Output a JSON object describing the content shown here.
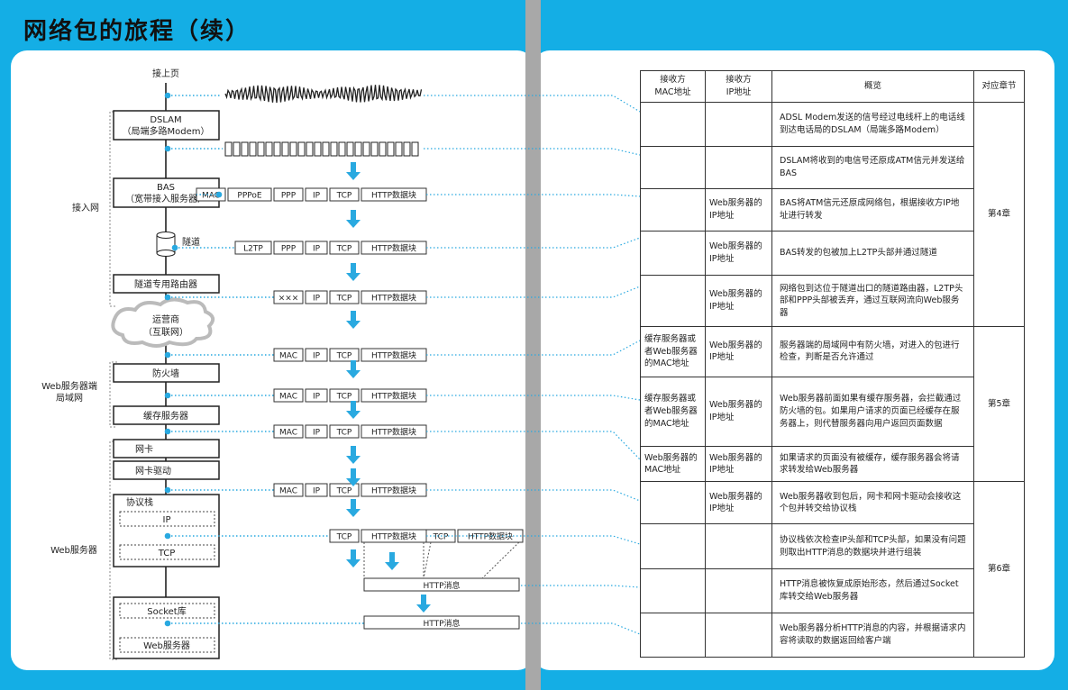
{
  "title": "网络包的旅程（续）",
  "diagram": {
    "top_label": "接上页",
    "segments": {
      "access": "接入网",
      "web_lan": "Web服务器端\n局域网",
      "web_server": "Web服务器"
    },
    "devices": {
      "dslam": "DSLAM\n（局端多路Modem）",
      "bas": "BAS\n（宽带接入服务器）",
      "tunnel": "隧道",
      "tunnel_router": "隧道专用路由器",
      "isp": "运营商\n（互联网）",
      "firewall": "防火墙",
      "cache": "缓存服务器",
      "nic": "网卡",
      "nic_driver": "网卡驱动",
      "stack": "协议栈",
      "ip": "IP",
      "tcp": "TCP",
      "socket": "Socket库",
      "webserver": "Web服务器"
    },
    "packets": {
      "bas_row": [
        "MAC",
        "PPPoE",
        "PPP",
        "IP",
        "TCP",
        "HTTP数据块"
      ],
      "l2tp_row": [
        "L2TP",
        "PPP",
        "IP",
        "TCP",
        "HTTP数据块"
      ],
      "router_row": [
        "×××",
        "IP",
        "TCP",
        "HTTP数据块"
      ],
      "mac_row": [
        "MAC",
        "IP",
        "TCP",
        "HTTP数据块"
      ],
      "tcp_row": [
        "TCP",
        "HTTP数据块"
      ],
      "tcp_row2": [
        "TCP",
        "HTTP数据块"
      ],
      "http_msg": "HTTP消息",
      "http_msg2": "HTTP消息"
    }
  },
  "table": {
    "headers": [
      "接收方\nMAC地址",
      "接收方\nIP地址",
      "概览",
      "对应章节"
    ],
    "rows": [
      {
        "mac": "",
        "ip": "",
        "desc": "ADSL Modem发送的信号经过电线杆上的电话线到达电话局的DSLAM（局端多路Modem）"
      },
      {
        "mac": "",
        "ip": "",
        "desc": "DSLAM将收到的电信号还原成ATM信元并发送给BAS"
      },
      {
        "mac": "",
        "ip": "Web服务器的IP地址",
        "desc": "BAS将ATM信元还原成网络包，根据接收方IP地址进行转发"
      },
      {
        "mac": "",
        "ip": "Web服务器的IP地址",
        "desc": "BAS转发的包被加上L2TP头部并通过隧道"
      },
      {
        "mac": "",
        "ip": "Web服务器的IP地址",
        "desc": "网络包到达位于隧道出口的隧道路由器，L2TP头部和PPP头部被丢弃，通过互联网流向Web服务器"
      },
      {
        "mac": "缓存服务器或者Web服务器的MAC地址",
        "ip": "Web服务器的IP地址",
        "desc": "服务器端的局域网中有防火墙，对进入的包进行检查，判断是否允许通过"
      },
      {
        "mac": "缓存服务器或者Web服务器的MAC地址",
        "ip": "Web服务器的IP地址",
        "desc": "Web服务器前面如果有缓存服务器，会拦截通过防火墙的包。如果用户请求的页面已经缓存在服务器上，则代替服务器向用户返回页面数据"
      },
      {
        "mac": "Web服务器的MAC地址",
        "ip": "Web服务器的IP地址",
        "desc": "如果请求的页面没有被缓存，缓存服务器会将请求转发给Web服务器"
      },
      {
        "mac": "",
        "ip": "Web服务器的IP地址",
        "desc": "Web服务器收到包后，网卡和网卡驱动会接收这个包并转交给协议栈"
      },
      {
        "mac": "",
        "ip": "",
        "desc": "协议栈依次检查IP头部和TCP头部，如果没有问题则取出HTTP消息的数据块并进行组装"
      },
      {
        "mac": "",
        "ip": "",
        "desc": "HTTP消息被恢复成原始形态，然后通过Socket库转交给Web服务器"
      },
      {
        "mac": "",
        "ip": "",
        "desc": "Web服务器分析HTTP消息的内容，并根据请求内容将读取的数据返回给客户端"
      }
    ],
    "chapters": [
      "第4章",
      "第5章",
      "第6章"
    ]
  },
  "colors": {
    "frame": "#14aee5",
    "arrow": "#29a9e0",
    "divider": "#a8a8a8"
  }
}
